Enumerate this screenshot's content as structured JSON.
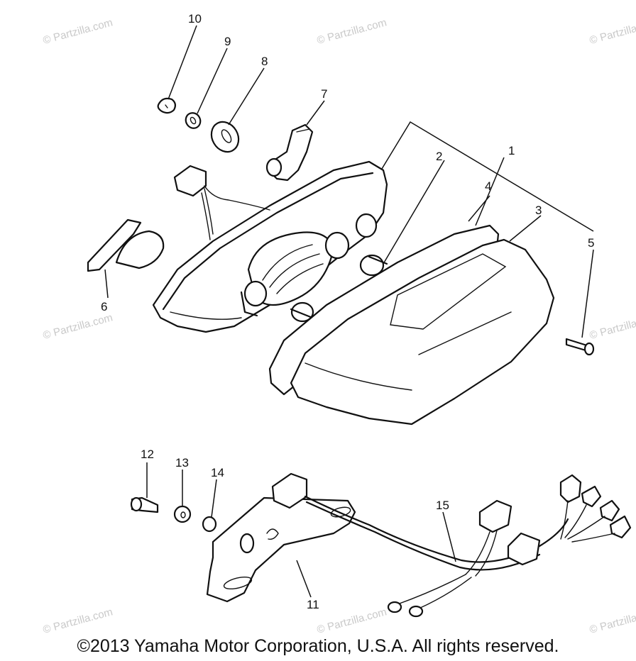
{
  "callouts": [
    {
      "id": "1",
      "label": "1"
    },
    {
      "id": "2",
      "label": "2"
    },
    {
      "id": "3",
      "label": "3"
    },
    {
      "id": "4",
      "label": "4"
    },
    {
      "id": "5",
      "label": "5"
    },
    {
      "id": "6",
      "label": "6"
    },
    {
      "id": "7",
      "label": "7"
    },
    {
      "id": "8",
      "label": "8"
    },
    {
      "id": "9",
      "label": "9"
    },
    {
      "id": "10",
      "label": "10"
    },
    {
      "id": "11",
      "label": "11"
    },
    {
      "id": "12",
      "label": "12"
    },
    {
      "id": "13",
      "label": "13"
    },
    {
      "id": "14",
      "label": "14"
    },
    {
      "id": "15",
      "label": "15"
    }
  ],
  "watermark": "© Partzilla.com",
  "copyright": "©2013 Yamaha Motor Corporation, U.S.A. All rights reserved."
}
